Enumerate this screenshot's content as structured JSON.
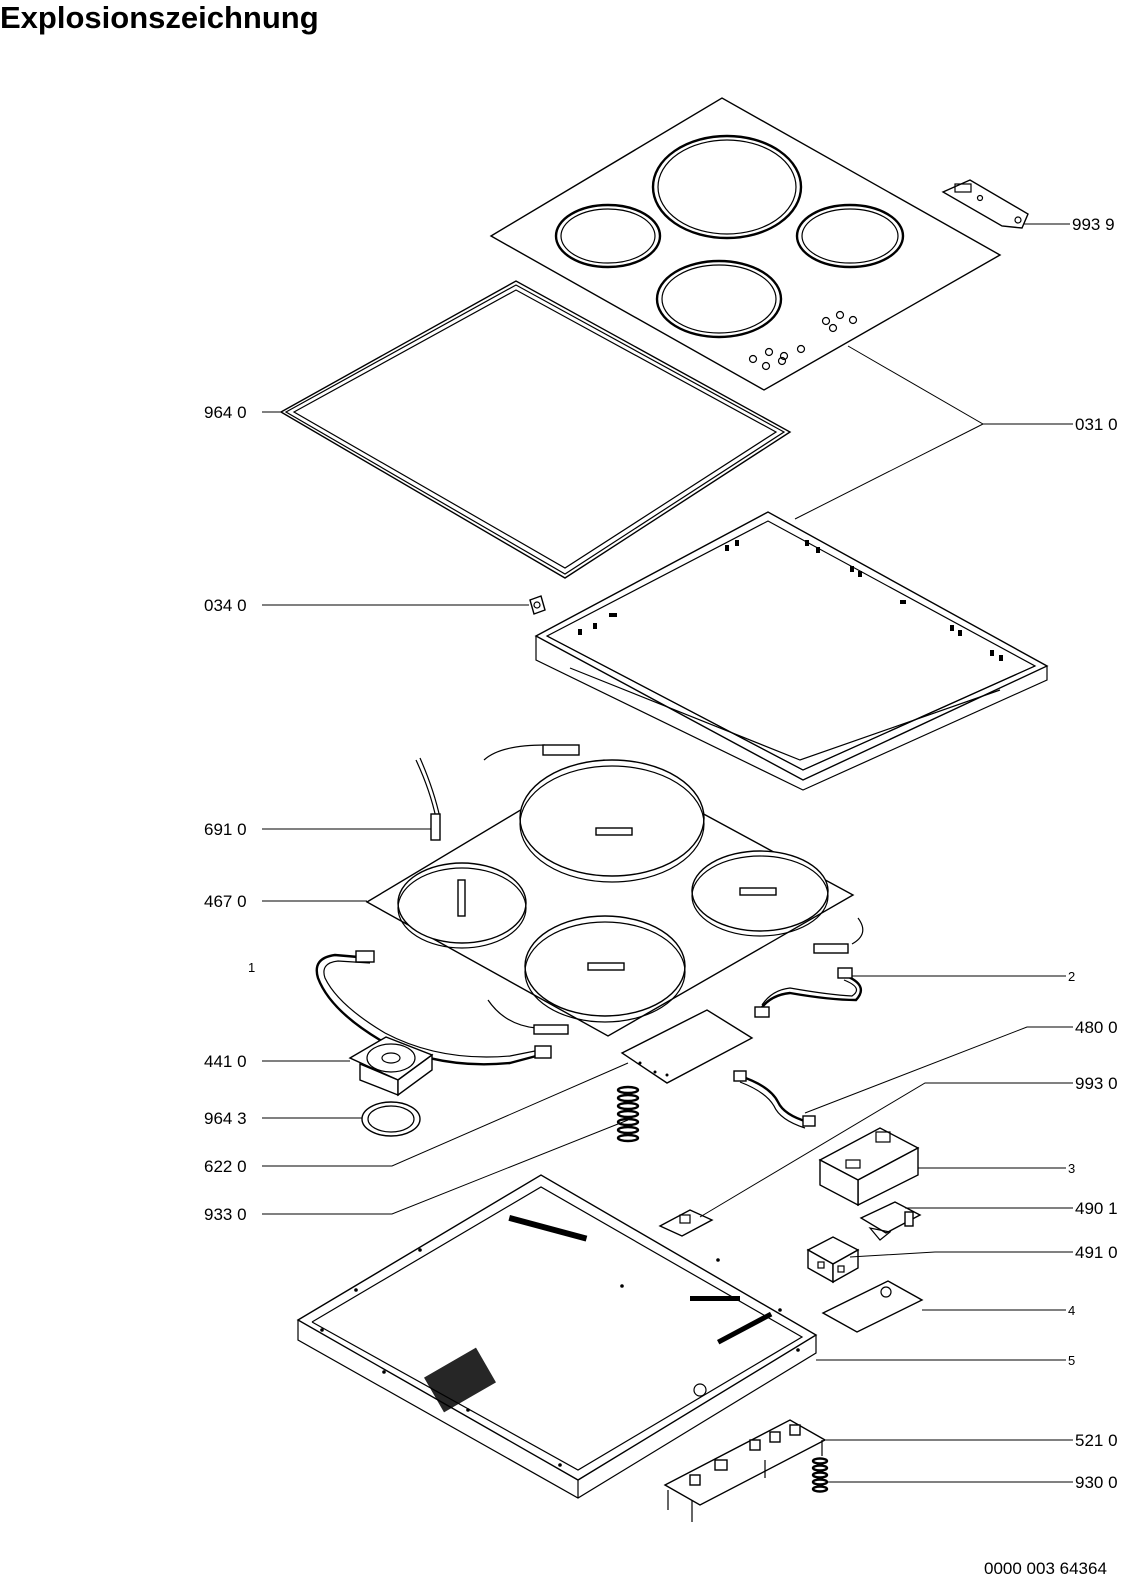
{
  "title": "Explosionszeichnung",
  "document_number": "0000 003 64364",
  "callouts": [
    {
      "id": "c-9939",
      "label": "993 9"
    },
    {
      "id": "c-9640",
      "label": "964 0"
    },
    {
      "id": "c-0310",
      "label": "031 0"
    },
    {
      "id": "c-0340",
      "label": "034 0"
    },
    {
      "id": "c-6910",
      "label": "691 0"
    },
    {
      "id": "c-4670",
      "label": "467 0"
    },
    {
      "id": "c-1",
      "label": "1"
    },
    {
      "id": "c-2",
      "label": "2"
    },
    {
      "id": "c-4800",
      "label": "480 0"
    },
    {
      "id": "c-4410",
      "label": "441 0"
    },
    {
      "id": "c-9930",
      "label": "993 0"
    },
    {
      "id": "c-9643",
      "label": "964 3"
    },
    {
      "id": "c-6220",
      "label": "622 0"
    },
    {
      "id": "c-3",
      "label": "3"
    },
    {
      "id": "c-9330",
      "label": "933 0"
    },
    {
      "id": "c-4901",
      "label": "490 1"
    },
    {
      "id": "c-4910",
      "label": "491 0"
    },
    {
      "id": "c-4",
      "label": "4"
    },
    {
      "id": "c-5",
      "label": "5"
    },
    {
      "id": "c-5210",
      "label": "521 0"
    },
    {
      "id": "c-9300",
      "label": "930 0"
    }
  ]
}
